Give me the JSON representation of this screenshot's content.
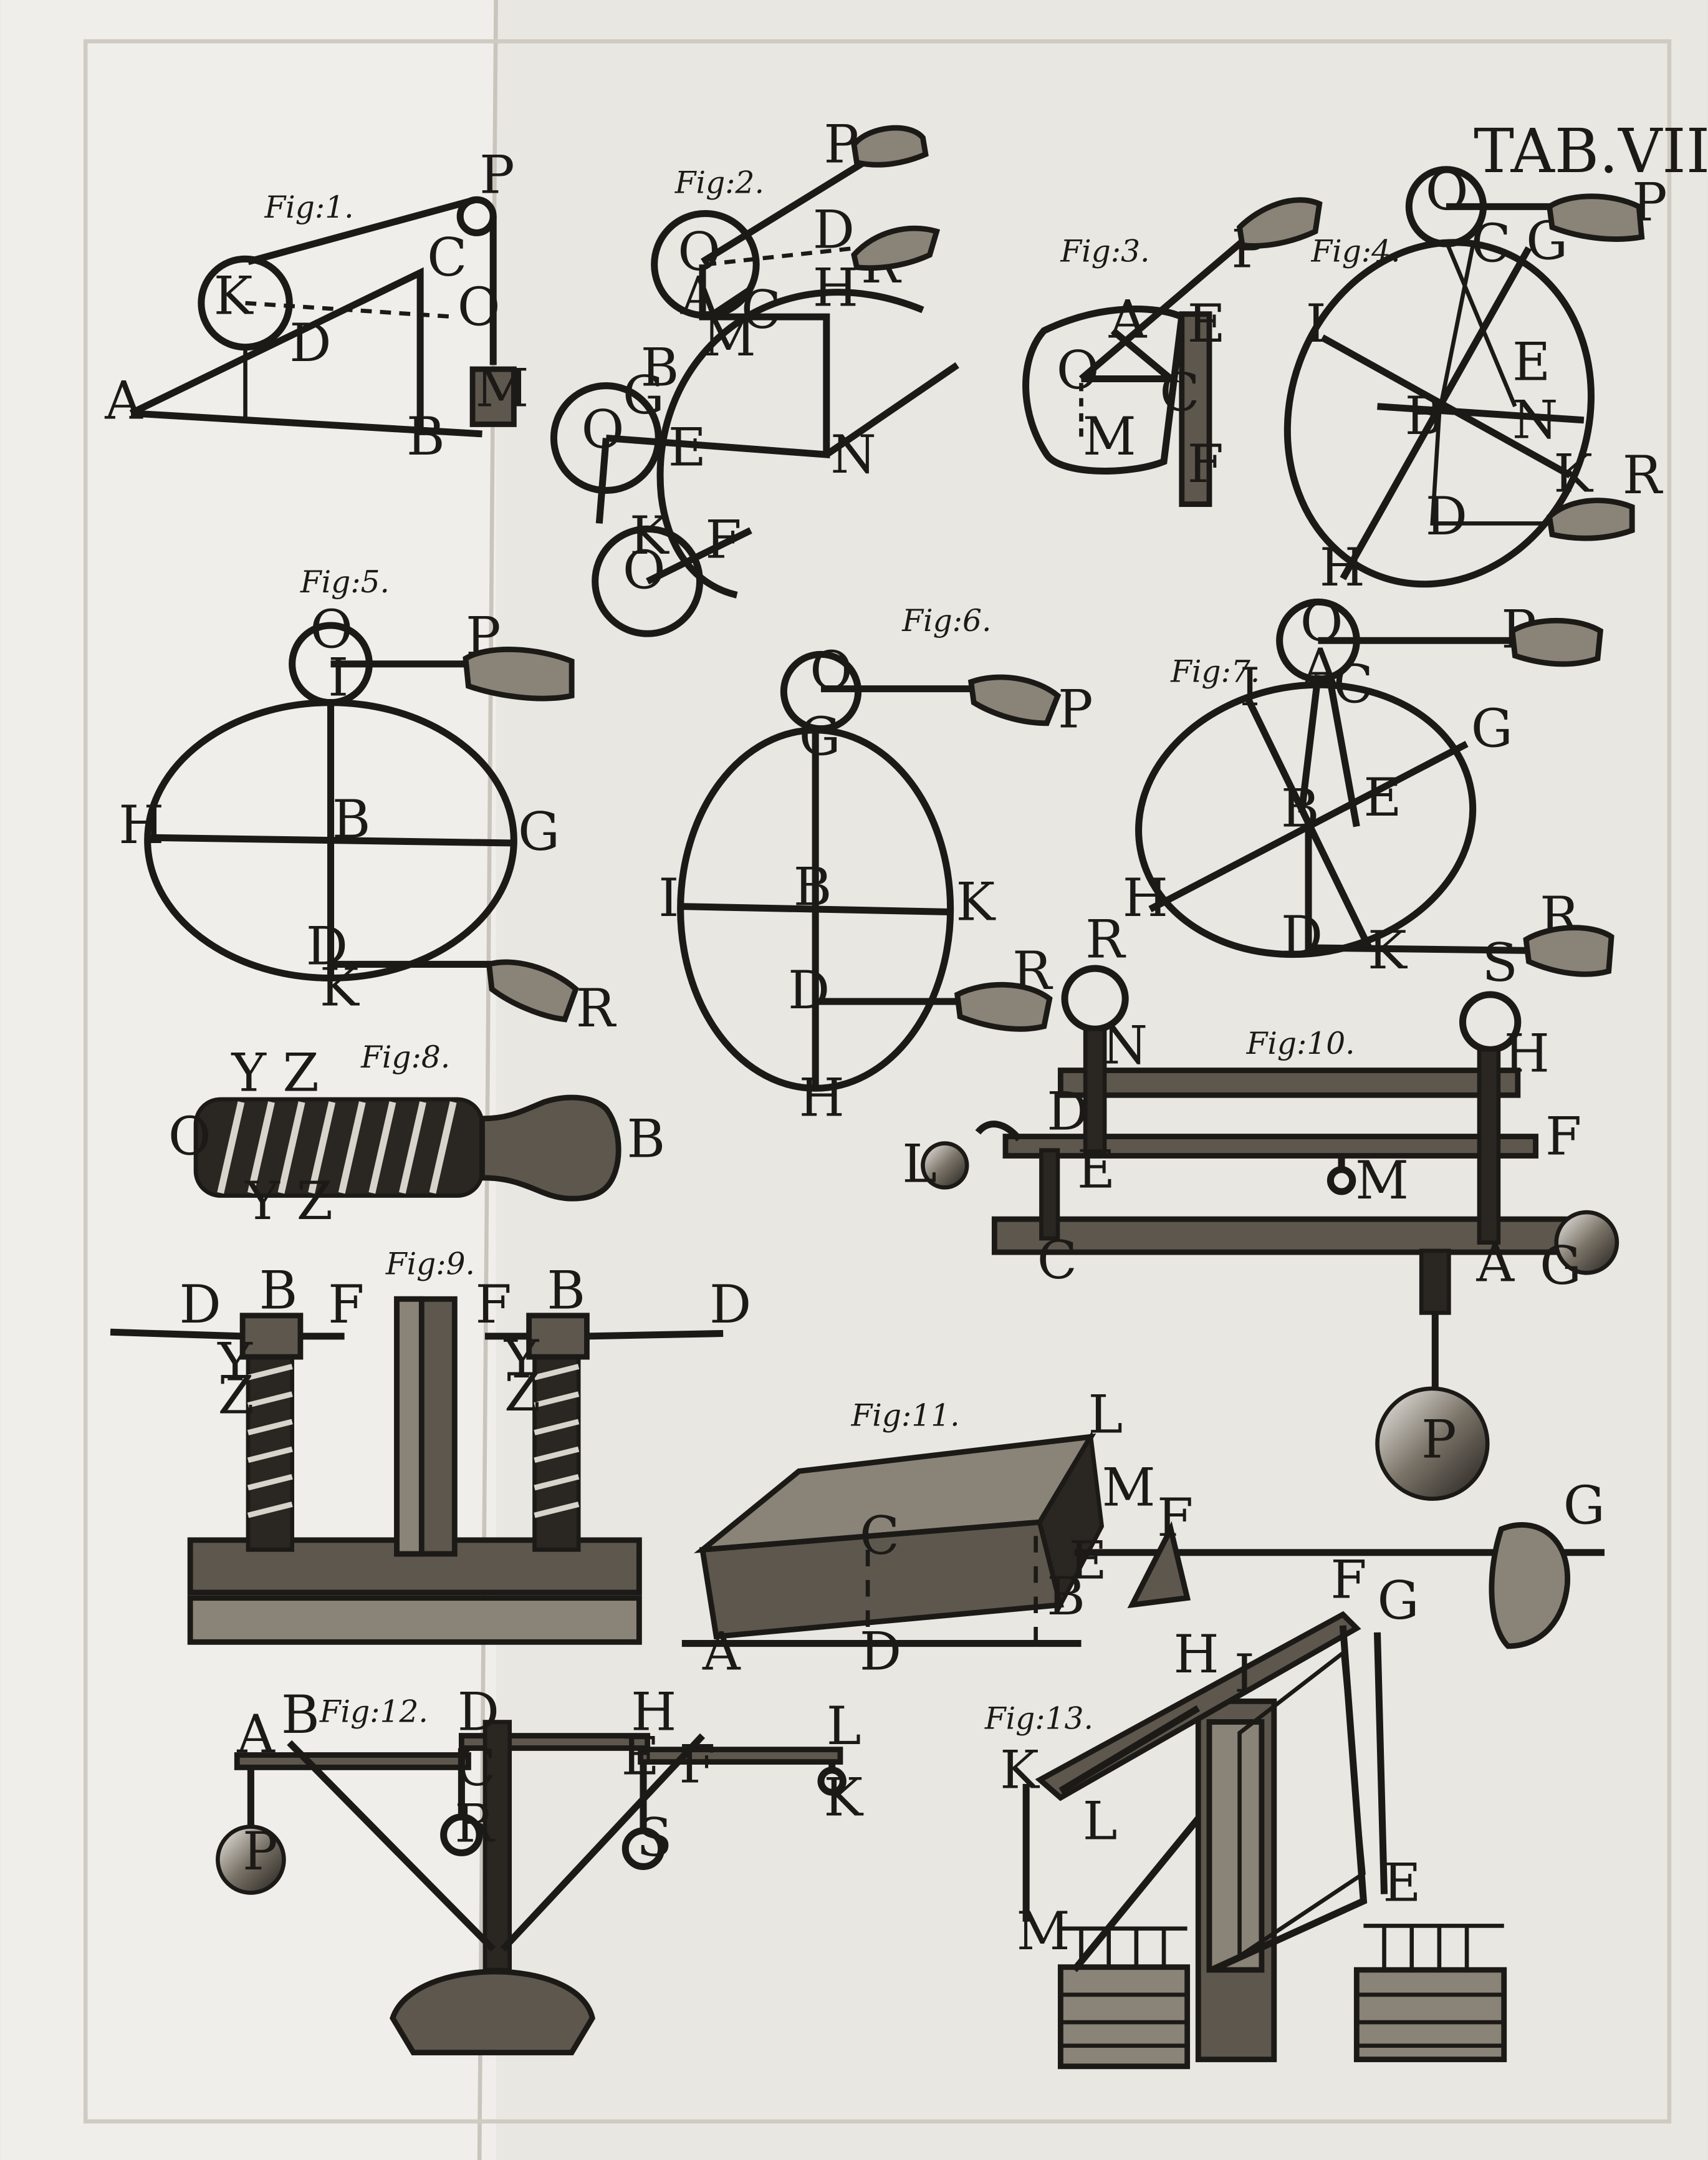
{
  "plate": {
    "tab_label": "TAB.VIII."
  },
  "figures": [
    {
      "id": "fig1",
      "title": "Fig:1.",
      "labels": [
        "P",
        "C",
        "K",
        "O",
        "D",
        "M",
        "A",
        "B"
      ]
    },
    {
      "id": "fig2",
      "title": "Fig:2.",
      "labels": [
        "P",
        "D",
        "R",
        "O",
        "A",
        "C",
        "H",
        "M",
        "B",
        "G",
        "O",
        "E",
        "N",
        "K",
        "O",
        "F"
      ]
    },
    {
      "id": "fig3",
      "title": "Fig:3.",
      "labels": [
        "P",
        "A",
        "E",
        "O",
        "C",
        "M",
        "F"
      ]
    },
    {
      "id": "fig4",
      "title": "Fig:4.",
      "labels": [
        "O",
        "P",
        "C",
        "G",
        "I",
        "E",
        "B",
        "N",
        "K",
        "R",
        "D",
        "H"
      ]
    },
    {
      "id": "fig5",
      "title": "Fig:5.",
      "labels": [
        "O",
        "P",
        "I",
        "H",
        "B",
        "G",
        "D",
        "K",
        "R"
      ]
    },
    {
      "id": "fig6",
      "title": "Fig:6.",
      "labels": [
        "O",
        "P",
        "G",
        "I",
        "B",
        "K",
        "D",
        "R",
        "H"
      ]
    },
    {
      "id": "fig7",
      "title": "Fig:7.",
      "labels": [
        "O",
        "P",
        "A",
        "C",
        "I",
        "G",
        "B",
        "E",
        "H",
        "D",
        "K",
        "R"
      ]
    },
    {
      "id": "fig8",
      "title": "Fig:8.",
      "labels": [
        "Y Z",
        "O",
        "B",
        "Y Z"
      ]
    },
    {
      "id": "fig9",
      "title": "Fig:9.",
      "labels": [
        "D",
        "B",
        "F",
        "F",
        "B",
        "D",
        "Y",
        "Z",
        "Y",
        "Z"
      ]
    },
    {
      "id": "fig10",
      "title": "Fig:10.",
      "labels": [
        "R",
        "S",
        "N",
        "H",
        "D",
        "F",
        "L",
        "E",
        "M",
        "C",
        "A",
        "G",
        "P"
      ]
    },
    {
      "id": "fig11",
      "title": "Fig:11.",
      "labels": [
        "L",
        "M",
        "F",
        "G",
        "C",
        "E",
        "B",
        "A",
        "D"
      ]
    },
    {
      "id": "fig12",
      "title": "Fig:12.",
      "labels": [
        "A",
        "B",
        "D",
        "H",
        "L",
        "C",
        "E",
        "F",
        "P",
        "R",
        "S",
        "K"
      ]
    },
    {
      "id": "fig13",
      "title": "Fig:13.",
      "labels": [
        "F",
        "G",
        "H",
        "I",
        "K",
        "L",
        "M",
        "E"
      ]
    }
  ],
  "colors": {
    "paper": "#e9e7e2",
    "ink": "#1c1a17",
    "shadow": "#cfcbc2"
  }
}
